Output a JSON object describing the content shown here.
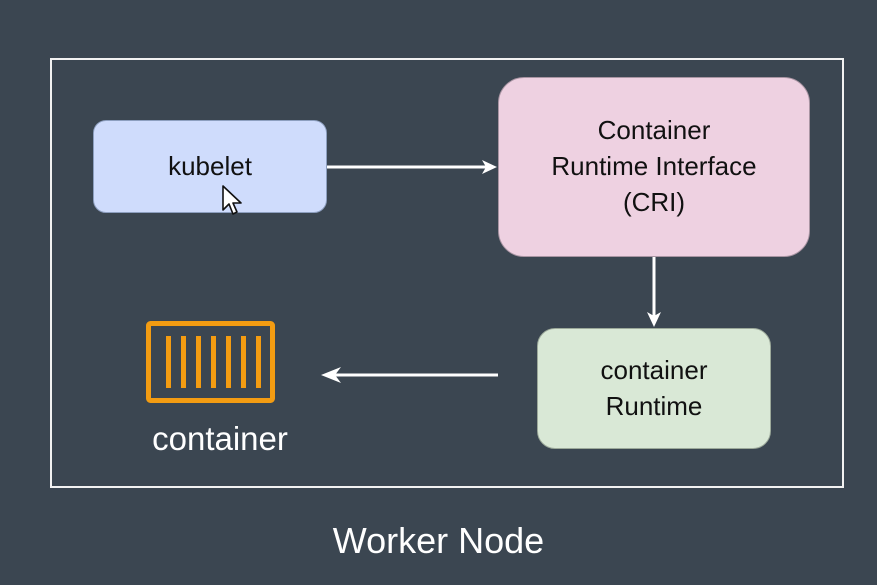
{
  "diagram": {
    "title": "Worker Node",
    "nodes": {
      "kubelet": {
        "label": "kubelet",
        "color": "#cfdcfc"
      },
      "cri": {
        "label": "Container\nRuntime Interface\n(CRI)",
        "color": "#eed1e1"
      },
      "runtime": {
        "label": "container\nRuntime",
        "color": "#d9e8d6"
      },
      "container": {
        "label": "container",
        "icon": "shipping-container-icon",
        "color": "#f39c12"
      }
    },
    "edges": [
      {
        "from": "kubelet",
        "to": "cri"
      },
      {
        "from": "cri",
        "to": "runtime"
      },
      {
        "from": "runtime",
        "to": "container"
      }
    ],
    "cursor_icon": "mouse-pointer-icon"
  }
}
